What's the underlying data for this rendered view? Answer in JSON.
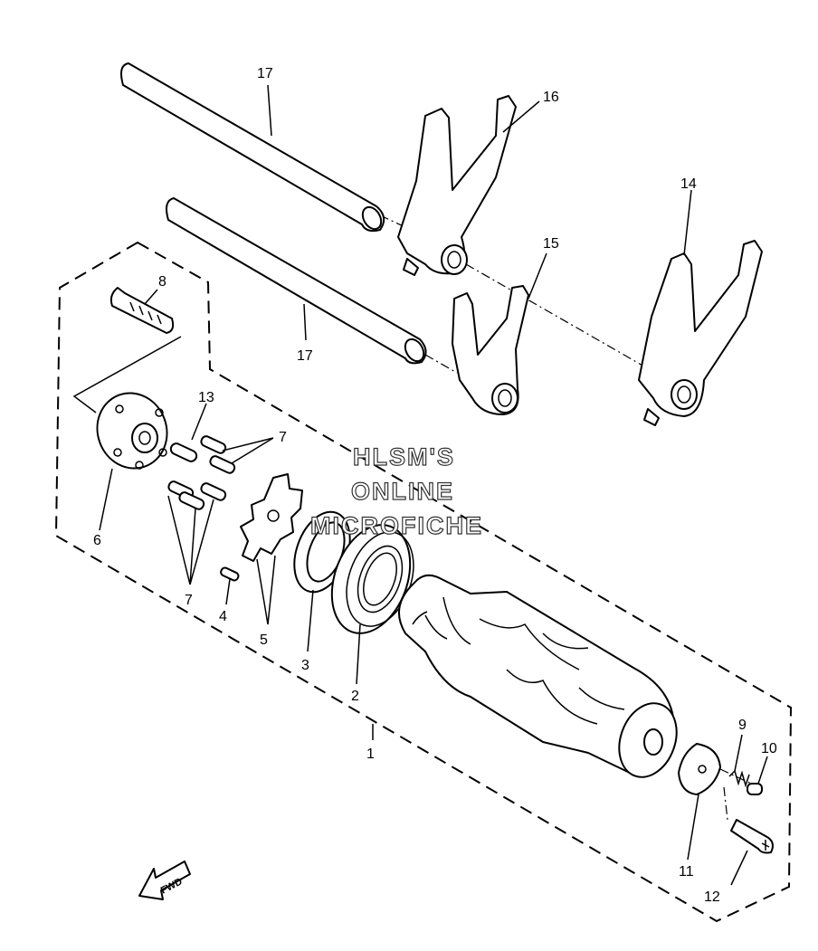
{
  "callouts": {
    "c1": "1",
    "c2": "2",
    "c3": "3",
    "c4": "4",
    "c5": "5",
    "c6": "6",
    "c7a": "7",
    "c7b": "7",
    "c8": "8",
    "c9": "9",
    "c10": "10",
    "c11": "11",
    "c12": "12",
    "c13": "13",
    "c14": "14",
    "c15": "15",
    "c16": "16",
    "c17a": "17",
    "c17b": "17"
  },
  "watermark": {
    "line1": "HLSM'S",
    "line2": "ONLINE",
    "line3": "MICROFICHE"
  },
  "fwd_label": "FWD"
}
